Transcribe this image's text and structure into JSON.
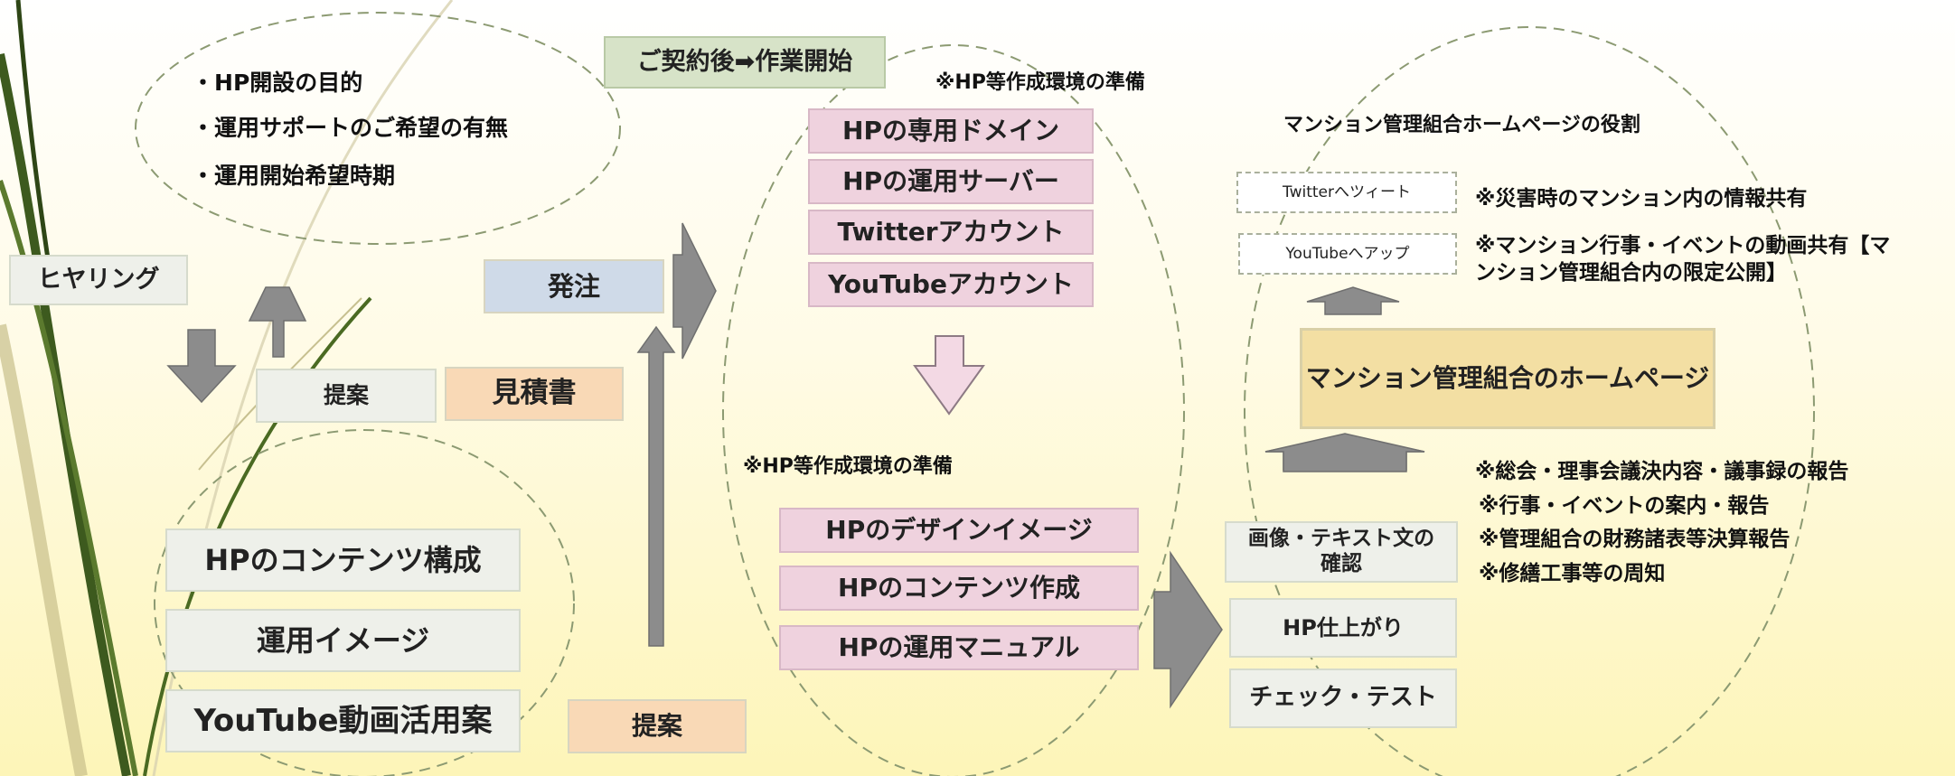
{
  "hearing": {
    "label": "ヒヤリング",
    "bullets": [
      "HP開設の目的",
      "運用サポートのご希望の有無",
      "運用開始希望時期"
    ]
  },
  "proposal_top": {
    "label": "提案",
    "estimate": "見積書"
  },
  "contents_group": {
    "items": [
      "HPのコンテンツ構成",
      "運用イメージ",
      "YouTube動画活用案"
    ]
  },
  "proposal_bottom": {
    "label": "提案"
  },
  "order": {
    "label": "発注"
  },
  "contract": {
    "label": "ご契約後➡作業開始"
  },
  "env_prep_top": {
    "title": "※HP等作成環境の準備",
    "items": [
      "HPの専用ドメイン",
      "HPの運用サーバー",
      "Twitterアカウント",
      "YouTubeアカウント"
    ]
  },
  "env_prep_bottom": {
    "title": "※HP等作成環境の準備",
    "items": [
      "HPのデザインイメージ",
      "HPのコンテンツ作成",
      "HPの運用マニュアル"
    ]
  },
  "final_steps": {
    "items": [
      "画像・テキスト文の確認",
      "HP仕上がり",
      "チェック・テスト"
    ]
  },
  "role": {
    "title": "マンション管理組合ホームページの役割",
    "main_box": "マンション管理組合のホームページ",
    "twitter_box": "Twitterへツィート",
    "twitter_note": "※災害時のマンション内の情報共有",
    "youtube_box": "YouTubeへアップ",
    "youtube_note_line1": "※マンション行事・イベントの動画共有【マ",
    "youtube_note_line2": "ンション管理組合内の限定公開】",
    "reports": [
      "※総会・理事会議決内容・議事録の報告",
      "※行事・イベントの案内・報告",
      "※管理組合の財務諸表等決算報告",
      "※修繕工事等の周知"
    ]
  }
}
